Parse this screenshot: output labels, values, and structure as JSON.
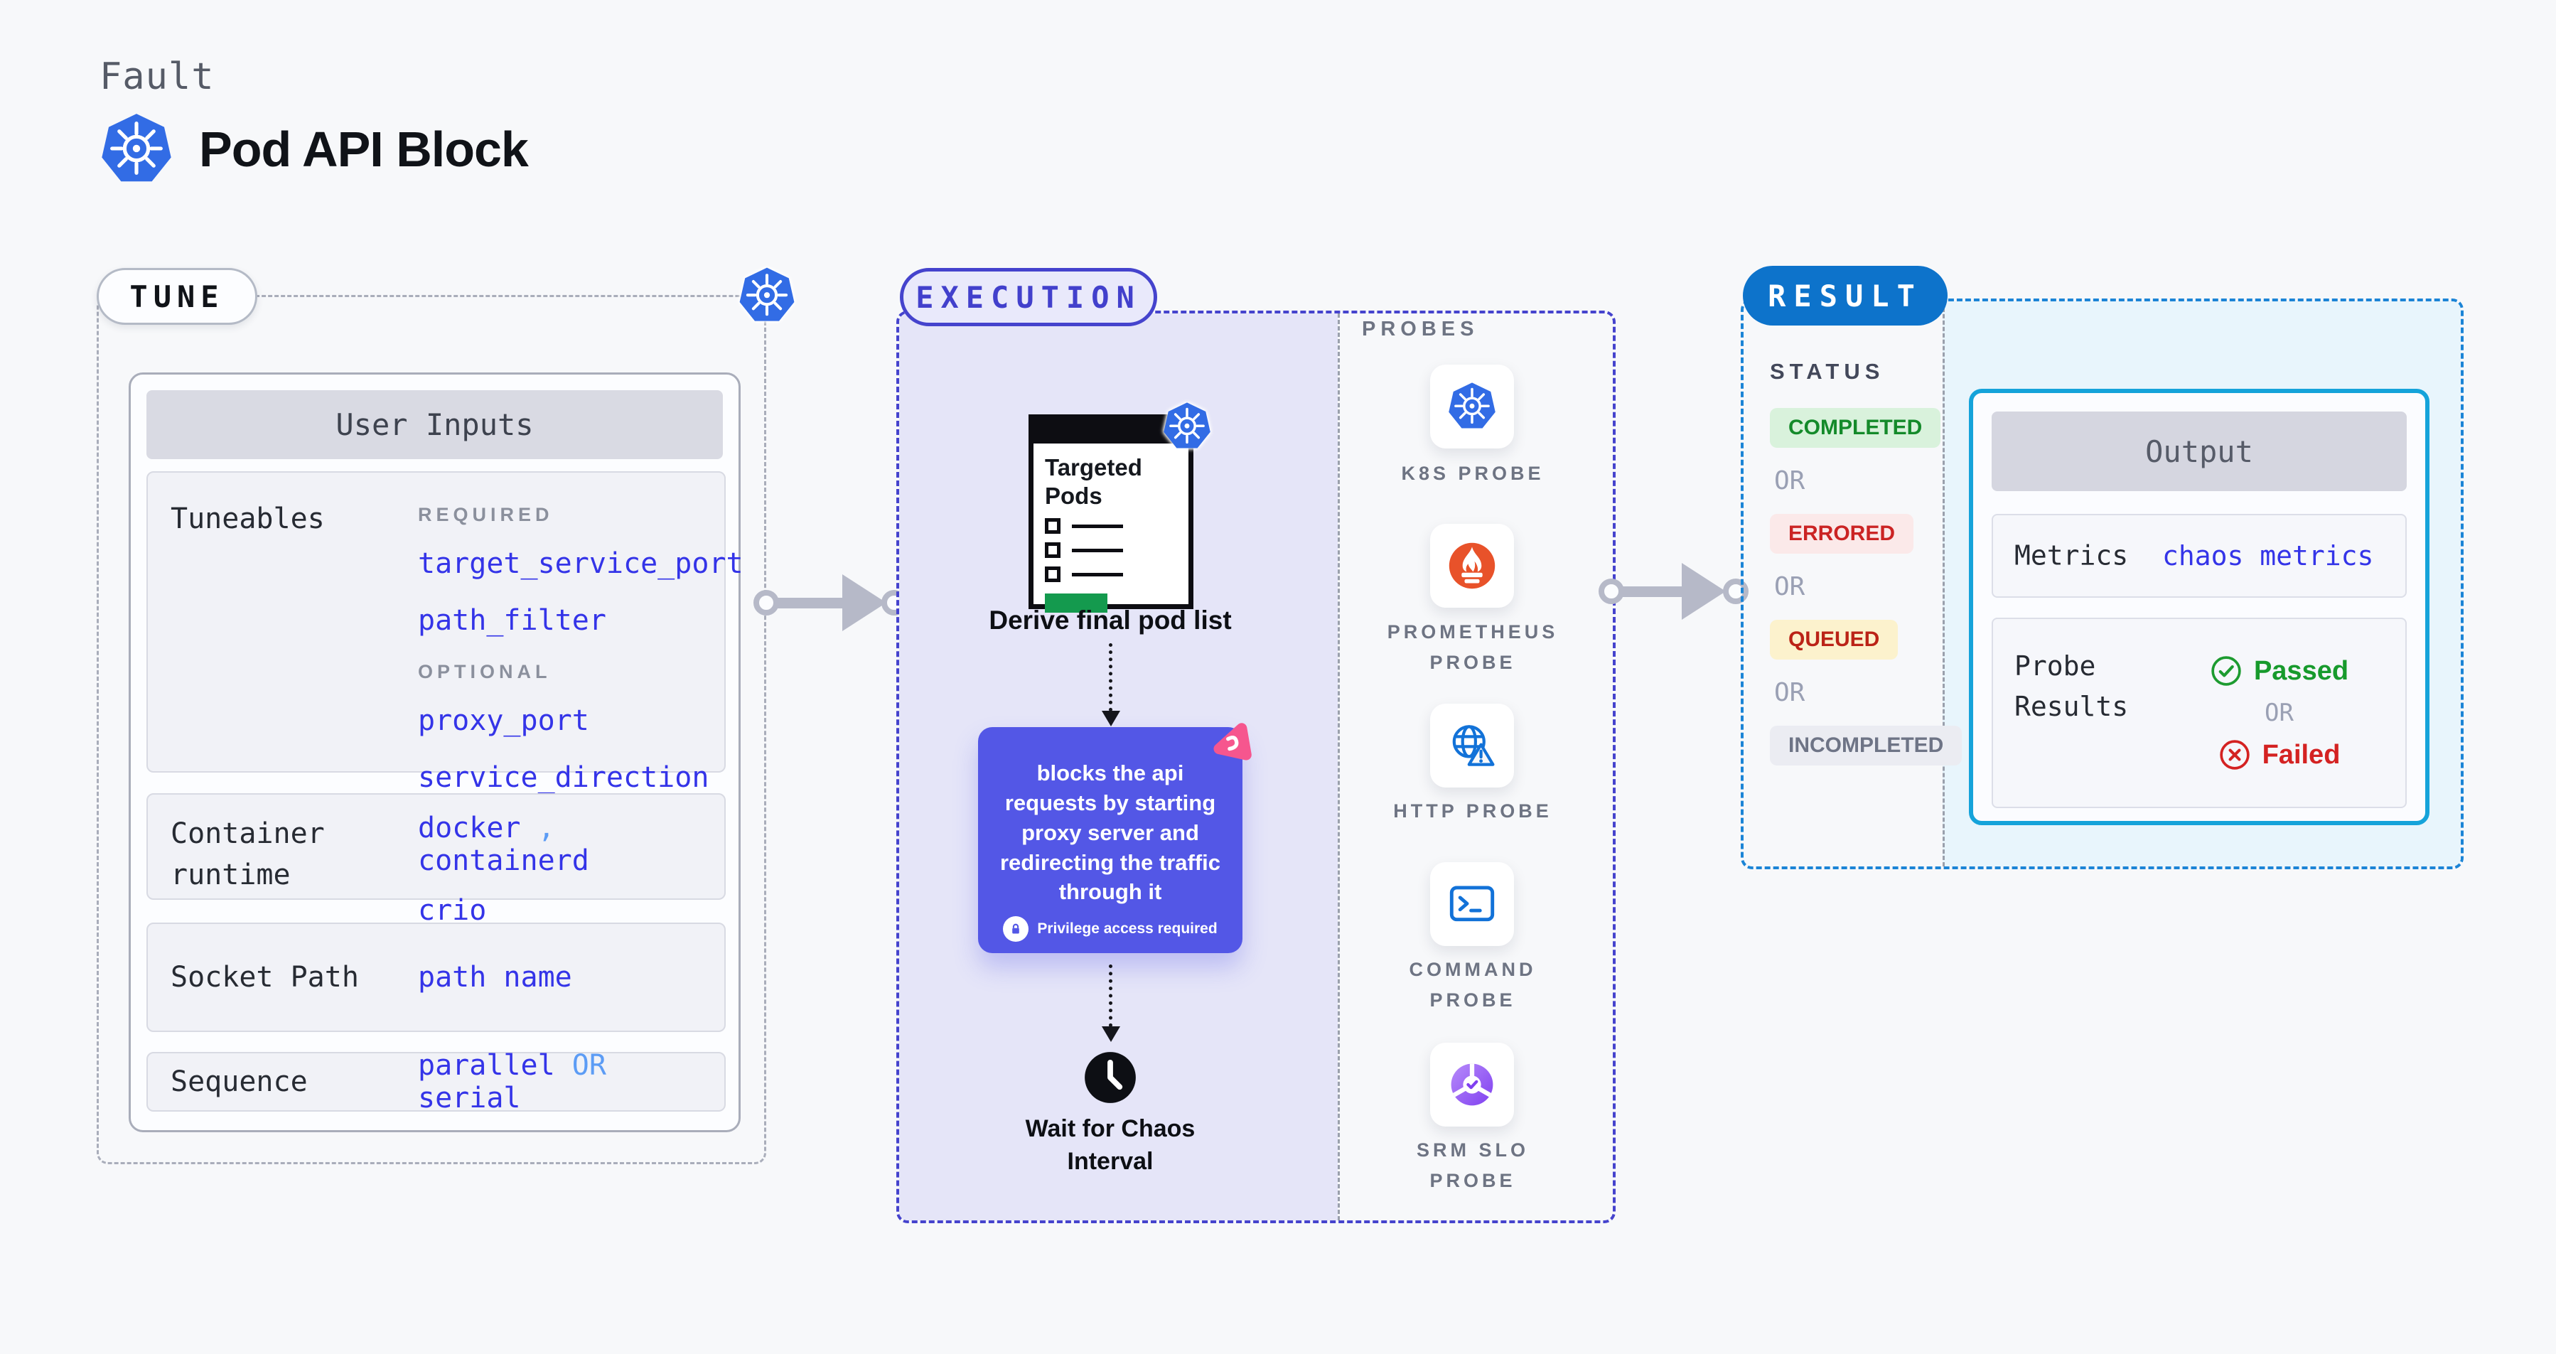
{
  "header": {
    "kicker": "Fault",
    "title": "Pod API Block"
  },
  "tune": {
    "badge": "TUNE",
    "card_title": "User Inputs",
    "tuneables": {
      "label": "Tuneables",
      "required_label": "REQUIRED",
      "required": [
        "target_service_port",
        "path_filter"
      ],
      "optional_label": "OPTIONAL",
      "optional": [
        "proxy_port",
        "service_direction"
      ]
    },
    "container_runtime": {
      "label": "Container\nruntime",
      "value1": "docker",
      "separator": ",",
      "value2": "containerd",
      "value3": "crio"
    },
    "socket_path": {
      "label": "Socket Path",
      "value": "path name"
    },
    "sequence": {
      "label": "Sequence",
      "value1": "parallel",
      "or": "OR",
      "value2": "serial"
    }
  },
  "execution": {
    "badge": "EXECUTION",
    "pods_box_title": "Targeted\nPods",
    "derive_label": "Derive final pod list",
    "action_text": "blocks the api requests by starting proxy server and redirecting the traffic through it",
    "privilege_note": "Privilege access required",
    "wait_label": "Wait for Chaos\nInterval"
  },
  "probes": {
    "heading": "PROBES",
    "items": [
      {
        "label": "K8S PROBE",
        "icon": "kubernetes-icon"
      },
      {
        "label": "PROMETHEUS\nPROBE",
        "icon": "prometheus-icon"
      },
      {
        "label": "HTTP PROBE",
        "icon": "http-globe-icon"
      },
      {
        "label": "COMMAND\nPROBE",
        "icon": "terminal-icon"
      },
      {
        "label": "SRM SLO\nPROBE",
        "icon": "slo-donut-icon"
      }
    ]
  },
  "result": {
    "badge": "RESULT",
    "status_heading": "STATUS",
    "or_label": "OR",
    "statuses": [
      {
        "label": "COMPLETED",
        "state": "completed"
      },
      {
        "label": "ERRORED",
        "state": "errored"
      },
      {
        "label": "QUEUED",
        "state": "queued"
      },
      {
        "label": "INCOMPLETED",
        "state": "incompleted"
      }
    ],
    "output": {
      "title": "Output",
      "metrics_label": "Metrics",
      "metrics_value": "chaos metrics",
      "probe_results_label": "Probe\nResults",
      "passed": "Passed",
      "or_label": "OR",
      "failed": "Failed"
    }
  },
  "colors": {
    "indigo_accent": "#4543cd",
    "action_box": "#5357e6",
    "value_blue": "#3434e8",
    "soft_blue": "#5c9cf5",
    "result_blue": "#0d73cb",
    "output_border": "#15a3da",
    "green": "#179a2c",
    "red": "#d42222",
    "kubernetes_blue": "#326ce5",
    "prometheus_orange": "#e8522a",
    "litmus_pink": "#f6568e",
    "srm_purple": "#8040f0"
  }
}
